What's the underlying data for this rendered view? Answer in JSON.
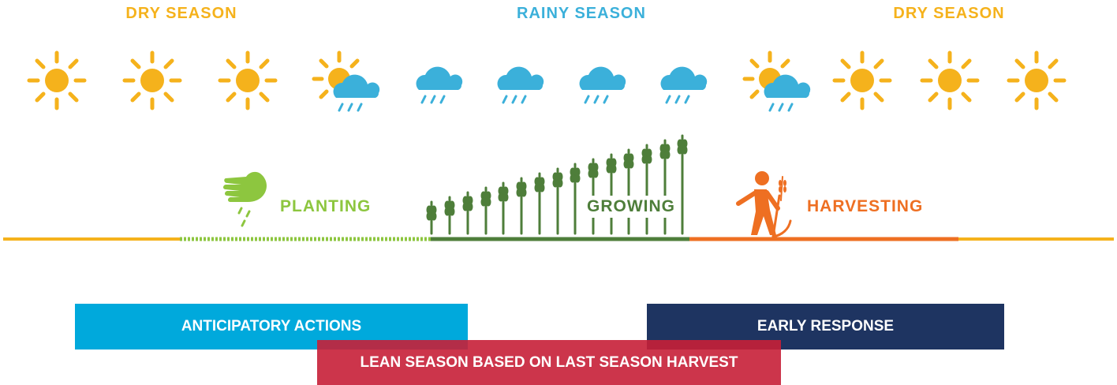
{
  "seasons": {
    "dry_left": "DRY SEASON",
    "rainy": "RAINY SEASON",
    "dry_right": "DRY SEASON"
  },
  "weather_sequence": [
    "sun",
    "sun",
    "sun",
    "sun-cloud-rain",
    "cloud-rain",
    "cloud-rain",
    "cloud-rain",
    "cloud-rain",
    "sun-cloud-rain",
    "sun",
    "sun",
    "sun"
  ],
  "stages": {
    "planting": "PLANTING",
    "growing": "GROWING",
    "harvesting": "HARVESTING"
  },
  "bars": {
    "anticipatory": "ANTICIPATORY ACTIONS",
    "early_response": "EARLY RESPONSE",
    "lean_season": "LEAN SEASON BASED ON LAST SEASON HARVEST"
  },
  "colors": {
    "dry": "#F5B21C",
    "rainy": "#3BB0DA",
    "planting": "#8DC63F",
    "growing": "#4E7E3A",
    "harvesting": "#EE6F22",
    "anticipatory": "#00A9DC",
    "early_response": "#1E3461",
    "lean_season": "#C71F37"
  },
  "icons": {
    "planting": "seeding-hand-icon",
    "growing": "wheat-stalk-icon",
    "harvesting": "harvesting-farmer-icon"
  }
}
